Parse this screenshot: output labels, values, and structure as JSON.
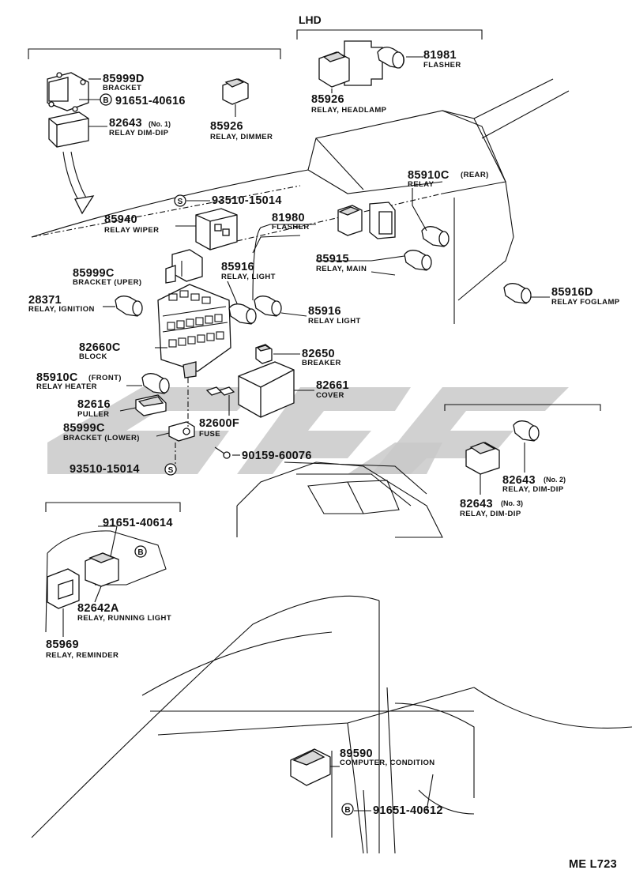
{
  "header": {
    "lhd": "LHD"
  },
  "footer": {
    "code": "ME L723"
  },
  "callouts": {
    "c85999D": {
      "pn": "85999D",
      "desc": "BRACKET"
    },
    "c91651_40616": {
      "badge": "B",
      "pn": "91651-40616"
    },
    "c82643_1": {
      "pn": "82643",
      "sub": "(No. 1)",
      "desc": "RELAY DIM-DIP"
    },
    "c85926_dim": {
      "pn": "85926",
      "desc": "RELAY, DIMMER"
    },
    "c81981": {
      "pn": "81981",
      "desc": "FLASHER"
    },
    "c85926_head": {
      "pn": "85926",
      "desc": "RELAY, HEADLAMP"
    },
    "c93510_top": {
      "badge": "S",
      "pn": "93510-15014"
    },
    "c85940": {
      "pn": "85940",
      "desc": "RELAY WIPER"
    },
    "c81980": {
      "pn": "81980",
      "desc": "FLASHER"
    },
    "c85910C_rear": {
      "pn": "85910C",
      "sub": "(REAR)",
      "desc": "RELAY"
    },
    "c85999C_up": {
      "pn": "85999C",
      "desc": "BRACKET (UPER)"
    },
    "c85916_1": {
      "pn": "85916",
      "desc": "RELAY, LIGHT"
    },
    "c85915": {
      "pn": "85915",
      "desc": "RELAY, MAIN"
    },
    "c28371": {
      "pn": "28371",
      "desc": "RELAY, IGNITION"
    },
    "c85916_2": {
      "pn": "85916",
      "desc": "RELAY LIGHT"
    },
    "c85916D": {
      "pn": "85916D",
      "desc": "RELAY FOGLAMP"
    },
    "c82660C": {
      "pn": "82660C",
      "desc": "BLOCK"
    },
    "c82650": {
      "pn": "82650",
      "desc": "BREAKER"
    },
    "c85910C_front": {
      "pn": "85910C",
      "sub": "(FRONT)",
      "desc": "RELAY HEATER"
    },
    "c82661": {
      "pn": "82661",
      "desc": "COVER"
    },
    "c82616": {
      "pn": "82616",
      "desc": "PULLER"
    },
    "c82600F": {
      "pn": "82600F",
      "desc": "FUSE"
    },
    "c85999C_low": {
      "pn": "85999C",
      "desc": "BRACKET (LOWER)"
    },
    "c90159": {
      "pn": "90159-60076"
    },
    "c93510_bot": {
      "pn": "93510-15014",
      "badge": "S"
    },
    "c82643_2": {
      "pn": "82643",
      "sub": "(No. 2)",
      "desc": "RELAY, DIM-DIP"
    },
    "c82643_3": {
      "pn": "82643",
      "sub": "(No. 3)",
      "desc": "RELAY, DIM-DIP"
    },
    "c91651_40614": {
      "pn": "91651-40614",
      "badge": "B"
    },
    "c82642A": {
      "pn": "82642A",
      "desc": "RELAY, RUNNING LIGHT"
    },
    "c85969": {
      "pn": "85969",
      "desc": "RELAY, REMINDER"
    },
    "c89590": {
      "pn": "89590",
      "desc": "COMPUTER, CONDITION"
    },
    "c91651_40612": {
      "badge": "B",
      "pn": "91651-40612"
    }
  }
}
